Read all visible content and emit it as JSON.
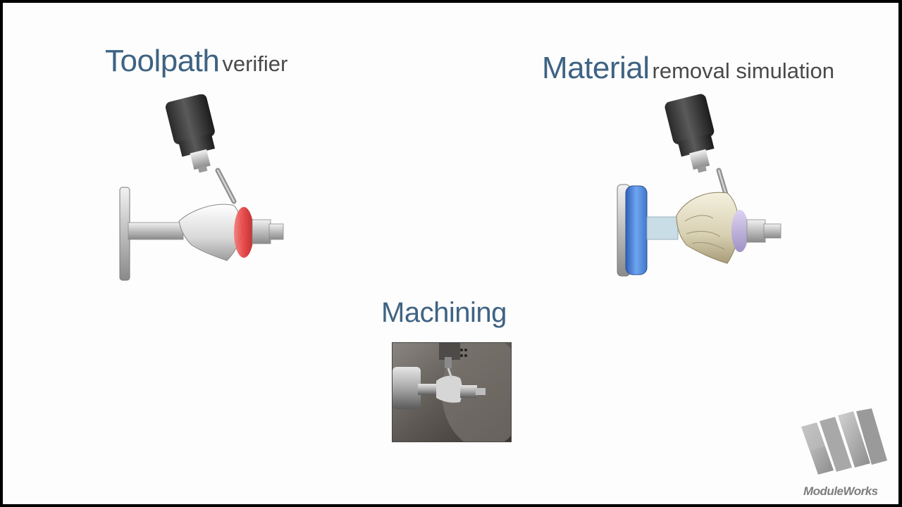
{
  "toolpath": {
    "title": "Toolpath",
    "subtitle": "verifier"
  },
  "material": {
    "title": "Material",
    "subtitle": "removal simulation"
  },
  "machining": {
    "title": "Machining"
  },
  "logo": {
    "text": "ModuleWorks"
  },
  "colors": {
    "title": "#3f6383",
    "subtitle": "#4a4a4a",
    "highlight_red": "#e53b3b",
    "stock_blue": "#5a8fd8"
  }
}
